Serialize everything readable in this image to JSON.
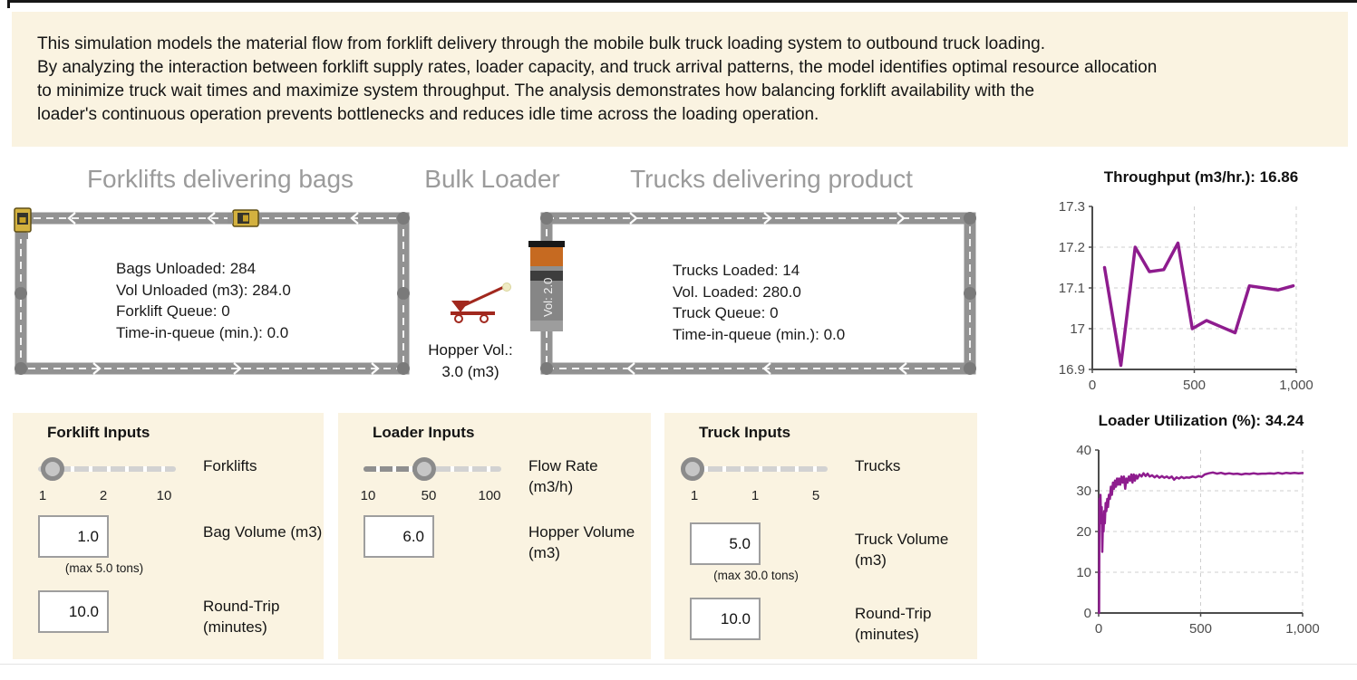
{
  "banner": {
    "lines": [
      "This simulation models the material flow from forklift delivery through the mobile bulk truck loading system to outbound truck loading.",
      "By analyzing the interaction between forklift supply rates, loader capacity, and truck arrival patterns, the model identifies optimal resource allocation",
      "to minimize truck wait times and maximize system throughput. The analysis demonstrates how balancing forklift availability with the",
      "loader's continuous operation prevents bottlenecks and reduces idle time across the loading operation."
    ]
  },
  "diagram": {
    "forklift_loop": {
      "title": "Forklifts delivering bags",
      "stats": [
        "Bags Unloaded: 284",
        "Vol Unloaded (m3): 284.0",
        "Forklift Queue: 0",
        "Time-in-queue (min.): 0.0"
      ]
    },
    "bulk_loader": {
      "title": "Bulk Loader",
      "tank_label": "Vol: 2.0",
      "hopper_caption_line1": "Hopper Vol.:",
      "hopper_caption_line2": "3.0 (m3)"
    },
    "truck_loop": {
      "title": "Trucks delivering product",
      "stats": [
        "Trucks Loaded: 14",
        "Vol. Loaded: 280.0",
        "Truck Queue: 0",
        "Time-in-queue (min.): 0.0"
      ]
    }
  },
  "panels": [
    {
      "title": "Forklift Inputs",
      "slider": {
        "label": "Forklifts",
        "ticks": [
          "1",
          "2",
          "10"
        ],
        "value": "1"
      },
      "fields": [
        {
          "value": "1.0",
          "label": "Bag Volume (m3)",
          "note": "(max 5.0 tons)"
        },
        {
          "value": "10.0",
          "label": "Round-Trip (minutes)"
        }
      ]
    },
    {
      "title": "Loader Inputs",
      "slider": {
        "label": "Flow Rate (m3/h)",
        "ticks": [
          "10",
          "50",
          "100"
        ],
        "value": "50"
      },
      "fields": [
        {
          "value": "6.0",
          "label": "Hopper Volume (m3)"
        }
      ]
    },
    {
      "title": "Truck Inputs",
      "slider": {
        "label": "Trucks",
        "ticks": [
          "1",
          "1",
          "5"
        ],
        "value": "1"
      },
      "fields": [
        {
          "value": "5.0",
          "label": "Truck Volume (m3)",
          "note": "(max 30.0 tons)"
        },
        {
          "value": "10.0",
          "label": "Round-Trip (minutes)"
        }
      ]
    }
  ],
  "chart_data": [
    {
      "type": "line",
      "title": "Throughput (m3/hr.): 16.86",
      "current_value": 16.86,
      "x": [
        60,
        140,
        210,
        280,
        350,
        420,
        490,
        560,
        630,
        700,
        770,
        840,
        910,
        985
      ],
      "y": [
        17.15,
        16.91,
        17.2,
        17.14,
        17.145,
        17.21,
        17.0,
        17.02,
        17.005,
        16.99,
        17.105,
        17.1,
        17.095,
        17.105
      ],
      "xlim": [
        0,
        1000
      ],
      "ylim": [
        16.9,
        17.3
      ],
      "xticks": [
        0,
        500,
        1000
      ],
      "xtick_labels": [
        "0",
        "500",
        "1,000"
      ],
      "yticks": [
        16.9,
        17.0,
        17.1,
        17.2,
        17.3
      ],
      "ytick_labels": [
        "16.9",
        "17",
        "17.1",
        "17.2",
        "17.3"
      ],
      "grid": true,
      "legend": "none",
      "line_color": "#8E1C8E"
    },
    {
      "type": "line",
      "title": "Loader Utilization (%): 34.24",
      "current_value": 34.24,
      "x": [
        2,
        4,
        6,
        9,
        12,
        15,
        18,
        21,
        24,
        27,
        30,
        34,
        38,
        42,
        46,
        50,
        55,
        60,
        65,
        70,
        75,
        80,
        85,
        90,
        95,
        100,
        106,
        112,
        118,
        124,
        130,
        136,
        142,
        148,
        154,
        160,
        166,
        172,
        178,
        184,
        190,
        200,
        210,
        220,
        230,
        240,
        250,
        262,
        274,
        286,
        298,
        310,
        322,
        334,
        346,
        358,
        370,
        382,
        394,
        406,
        418,
        430,
        445,
        460,
        475,
        490,
        505,
        520,
        540,
        560,
        580,
        600,
        620,
        640,
        660,
        680,
        700,
        720,
        740,
        760,
        780,
        800,
        820,
        840,
        860,
        880,
        900,
        920,
        940,
        960,
        980,
        1000
      ],
      "y": [
        0,
        28,
        26,
        29,
        22,
        26,
        15,
        22,
        20,
        25,
        22,
        27,
        25,
        28,
        26,
        29,
        28,
        31,
        29,
        32,
        30.5,
        32.5,
        31,
        33,
        31.5,
        33,
        31.5,
        33.5,
        32,
        33.5,
        30.5,
        33,
        32,
        33.5,
        32.5,
        34,
        32,
        34,
        32.5,
        33.8,
        33,
        34,
        33.5,
        34.3,
        33.6,
        34.2,
        33.5,
        33.8,
        33.3,
        33.7,
        33.2,
        33.6,
        33.2,
        33.5,
        33.1,
        33.5,
        32.7,
        33.3,
        33.0,
        33.4,
        33.1,
        33.3,
        33.2,
        33.5,
        33.3,
        33.6,
        33.4,
        34.0,
        34.3,
        34.5,
        34.2,
        34.4,
        34.1,
        34.3,
        34.1,
        34.2,
        34.0,
        34.2,
        34.1,
        34.3,
        34.1,
        34.2,
        34.2,
        34.3,
        34.2,
        34.4,
        34.2,
        34.4,
        34.3,
        34.4,
        34.3,
        34.35
      ],
      "xlim": [
        0,
        1000
      ],
      "ylim": [
        0,
        40
      ],
      "xticks": [
        0,
        500,
        1000
      ],
      "xtick_labels": [
        "0",
        "500",
        "1,000"
      ],
      "yticks": [
        0,
        10,
        20,
        30,
        40
      ],
      "ytick_labels": [
        "0",
        "10",
        "20",
        "30",
        "40"
      ],
      "grid": true,
      "legend": "none",
      "line_color": "#8E1C8E"
    }
  ],
  "colors": {
    "accent_line": "#8E1C8E",
    "panel_cream": "#FAF3E1",
    "road_gray": "#929292",
    "node_gray": "#7a7a7a",
    "title_gray": "#9b9b9b",
    "tank_orange": "#C66A21",
    "loader_red": "#A1281E"
  }
}
